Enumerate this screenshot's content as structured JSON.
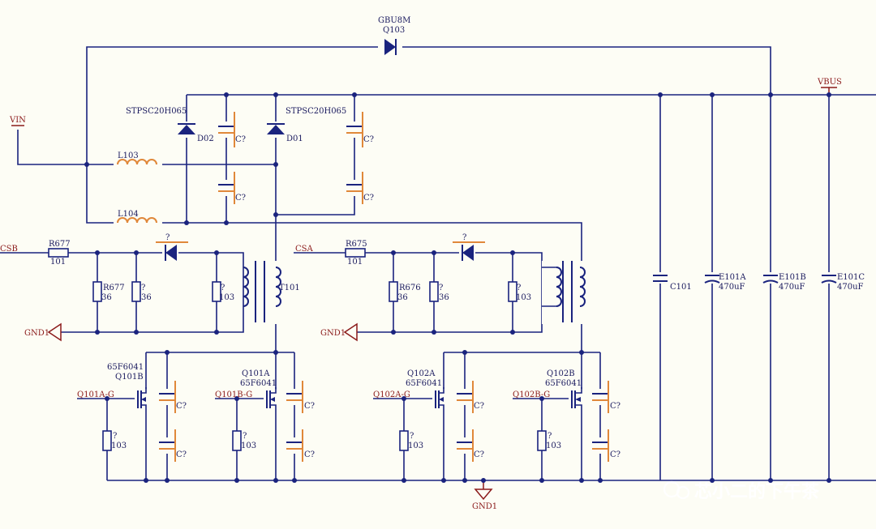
{
  "nets": {
    "vin": "VIN",
    "vbus": "VBUS",
    "csb": "CSB",
    "csa": "CSA",
    "gnd1": "GND1",
    "gnd_bottom": "GND1",
    "q101a_g": "Q101A-G",
    "q101b_g": "Q101B-G",
    "q102a_g": "Q102A-G",
    "q102b_g": "Q102B-G"
  },
  "components": {
    "q103_part": "GBU8M",
    "q103_ref": "Q103",
    "d02_part": "STPSC20H065",
    "d02_ref": "D02",
    "d01_part": "STPSC20H065",
    "d01_ref": "D01",
    "l103": "L103",
    "l104": "L104",
    "r677": "R677",
    "r677_val": "101",
    "r677b": "R677",
    "r677b_val": "36",
    "r675": "R675",
    "r675_val": "101",
    "r676": "R676",
    "r676_val": "36",
    "q_unk": "?",
    "r36": "36",
    "r103": "103",
    "t101": "T101",
    "q101b_part": "65F6041",
    "q101b_ref": "Q101B",
    "q101a_ref": "Q101A",
    "q101a_part": "65F6041",
    "q102a_ref": "Q102A",
    "q102a_part": "65F6041",
    "q102b_ref": "Q102B",
    "q102b_part": "65F6041",
    "cap_unk": "C?",
    "c101": "C101",
    "e101a": "E101A",
    "e101a_val": "470uF",
    "e101b": "E101B",
    "e101b_val": "470uF",
    "e101c": "E101C",
    "e101c_val": "470uF"
  },
  "watermark": "芯小二的下午茶"
}
